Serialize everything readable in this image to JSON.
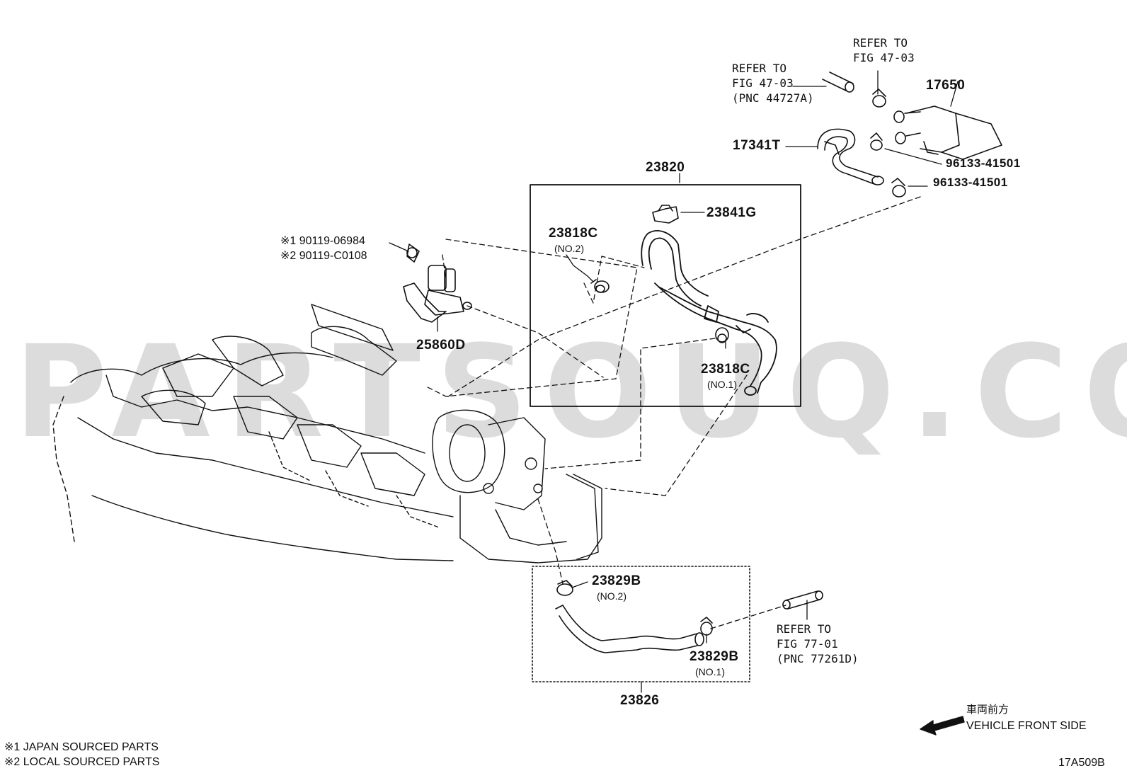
{
  "watermark": "PARTSOUQ.COM",
  "callouts": {
    "p17650": "17650",
    "p17341T": "17341T",
    "p96133a": "96133-41501",
    "p96133b": "96133-41501",
    "p23820": "23820",
    "p23841G": "23841G",
    "p23818C_2": "23818C",
    "p23818C_2_sub": "(NO.2)",
    "p23818C_1": "23818C",
    "p23818C_1_sub": "(NO.1)",
    "p25860D": "25860D",
    "p23829B_2": "23829B",
    "p23829B_2_sub": "(NO.2)",
    "p23829B_1": "23829B",
    "p23829B_1_sub": "(NO.1)",
    "p23826": "23826"
  },
  "bolt": {
    "line1": "※1 90119-06984",
    "line2": "※2 90119-C0108"
  },
  "refs": {
    "ref_top": "REFER TO\nFIG 47-03",
    "ref_left": "REFER TO\nFIG 47-03\n(PNC 44727A)",
    "ref_bottom": "REFER TO\nFIG 77-01\n(PNC 77261D)"
  },
  "direction": {
    "jp": "車両前方",
    "en": "VEHICLE FRONT SIDE"
  },
  "notes": {
    "n1": "※1 JAPAN SOURCED PARTS",
    "n2": "※2 LOCAL SOURCED PARTS"
  },
  "figure_id": "17A509B"
}
